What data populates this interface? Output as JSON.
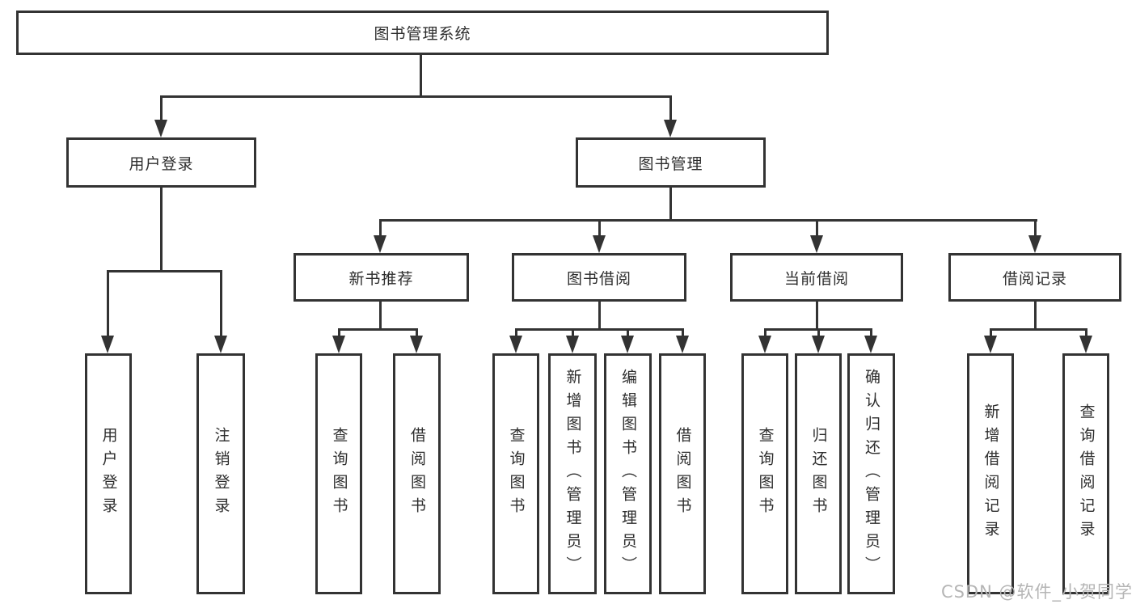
{
  "diagram": {
    "title": "图书管理系统",
    "level2": {
      "user_login": "用户登录",
      "book_mgmt": "图书管理"
    },
    "level3": {
      "new_book_recommend": "新书推荐",
      "book_borrow": "图书借阅",
      "current_borrow": "当前借阅",
      "borrow_records": "借阅记录"
    },
    "leaves": {
      "user_login": [
        "用户登录",
        "注销登录"
      ],
      "new_book_recommend": [
        "查询图书",
        "借阅图书"
      ],
      "book_borrow": [
        "查询图书",
        "新增图书（管理员）",
        "编辑图书（管理员）",
        "借阅图书"
      ],
      "current_borrow": [
        "查询图书",
        "归还图书",
        "确认归还（管理员）"
      ],
      "borrow_records": [
        "新增借阅记录",
        "查询借阅记录"
      ]
    }
  },
  "watermark": "CSDN @软件_小贺同学",
  "colors": {
    "line": "#333333",
    "box_border": "#333333",
    "text": "#2d2d2d",
    "background": "#ffffff",
    "watermark": "#b5b5b5"
  }
}
